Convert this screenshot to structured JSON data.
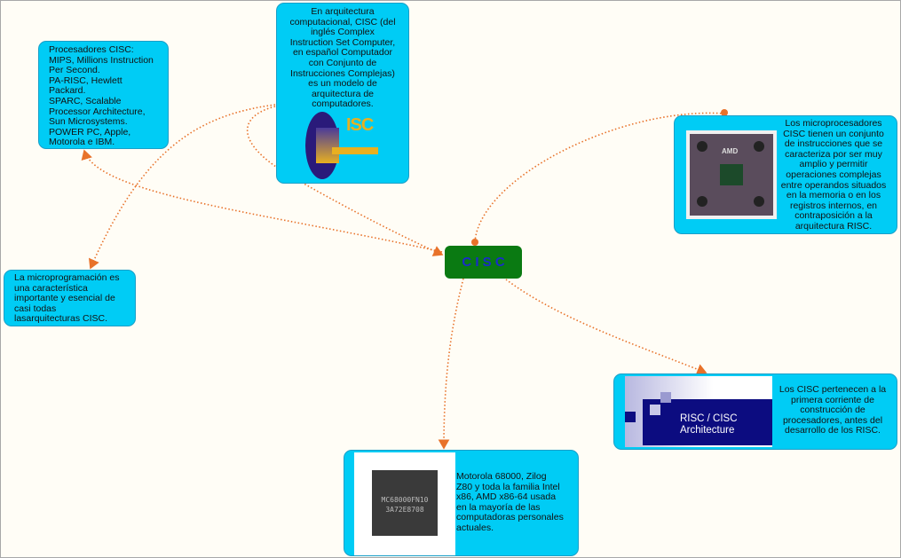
{
  "central": {
    "label": "C I S C"
  },
  "nodes": {
    "processors": "Procesadores CISC:\nMIPS, Millions Instruction\nPer Second.\nPA-RISC, Hewlett\nPackard.\nSPARC, Scalable\nProcessor Architecture,\nSun Microsystems.\nPOWER PC, Apple,\nMotorola e IBM.",
    "definition": "En arquitectura\ncomputacional, CISC (del\ninglés Complex\nInstruction Set Computer,\nen español Computador\ncon Conjunto de\nInstrucciones Complejas)\nes un modelo de\narquitectura de\ncomputadores.",
    "microprogramming": "La microprogramación es\nuna característica\nimportante y esencial de\ncasi todas\nlasarquitecturas CISC.",
    "instructions": "Los microprocesadores\nCISC tienen un conjunto\nde instrucciones que se\ncaracteriza por ser muy\namplio y permitir\noperaciones complejas\nentre operandos situados\nen la memoria o en los\nregistros internos, en\ncontraposición a la\narquitectura RISC.",
    "history": "Los CISC pertenecen a la\nprimera corriente de\nconstrucción de\nprocesadores, antes del\ndesarrollo de los RISC.",
    "examples": " Motorola 68000, Zilog\nZ80 y toda la familia Intel\nx86, AMD x86-64 usada\nen la mayoría de las\ncomputadoras personales\nactuales."
  },
  "images": {
    "logo": "ISC",
    "amd_chip": "AMD",
    "risc_cisc_slide": "RISC / CISC\nArchitecture",
    "motorola_chip_line1": "MC68000FN10",
    "motorola_chip_line2": "3A72E8708"
  },
  "colors": {
    "node": "#00ccf5",
    "central": "#0a7a12",
    "central_text": "#1a2acc",
    "link": "#e8722a"
  }
}
